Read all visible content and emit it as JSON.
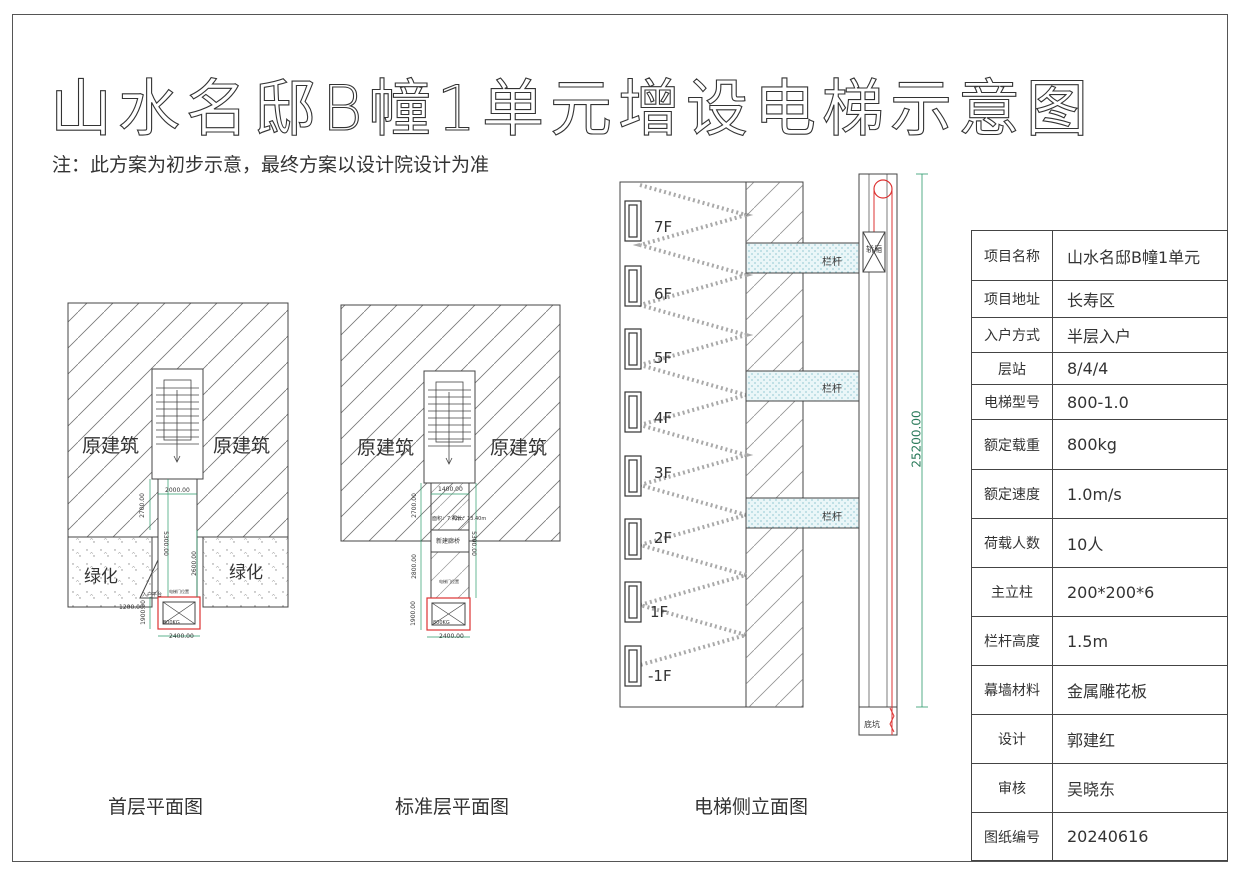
{
  "title": "山水名邸B幢1单元增设电梯示意图",
  "note": "注：此方案为初步示意，最终方案以设计院设计为准",
  "captions": {
    "first_floor": "首层平面图",
    "standard_floor": "标准层平面图",
    "side_elevation": "电梯侧立面图"
  },
  "plan_labels": {
    "original_building": "原建筑",
    "greening": "绿化",
    "new_corridor": "新建廊桥",
    "elevator_box": "800KG",
    "area_note": "面积：7.42m²",
    "perimeter_note": "周长：13.40m",
    "ramp_note": "入户平台",
    "door_note": "电梯门位置"
  },
  "dimensions": {
    "d2000": "2000.00",
    "d1400": "1400.00",
    "d2700": "2700.00",
    "d5300": "5300.00",
    "d2600": "2600.00",
    "d2800": "2800.00",
    "d1200": "1200.00",
    "d1900": "1900.00",
    "d2400": "2400.00",
    "height": "25200.00"
  },
  "floors": [
    "7F",
    "6F",
    "5F",
    "4F",
    "3F",
    "2F",
    "1F",
    "-1F"
  ],
  "elevation_labels": {
    "railing": "栏杆",
    "car": "轿厢",
    "pit": "底坑"
  },
  "info": [
    {
      "key": "项目名称",
      "value": "山水名邸B幢1单元"
    },
    {
      "key": "项目地址",
      "value": "长寿区"
    },
    {
      "key": "入户方式",
      "value": "半层入户"
    },
    {
      "key": "层站",
      "value": "8/4/4"
    },
    {
      "key": "电梯型号",
      "value": "800-1.0"
    },
    {
      "key": "额定载重",
      "value": "800kg"
    },
    {
      "key": "额定速度",
      "value": "1.0m/s"
    },
    {
      "key": "荷载人数",
      "value": "10人"
    },
    {
      "key": "主立柱",
      "value": "200*200*6"
    },
    {
      "key": "栏杆高度",
      "value": "1.5m"
    },
    {
      "key": "幕墙材料",
      "value": "金属雕花板"
    },
    {
      "key": "设计",
      "value": "郭建红"
    },
    {
      "key": "审核",
      "value": "吴晓东"
    },
    {
      "key": "图纸编号",
      "value": "20240616"
    }
  ]
}
